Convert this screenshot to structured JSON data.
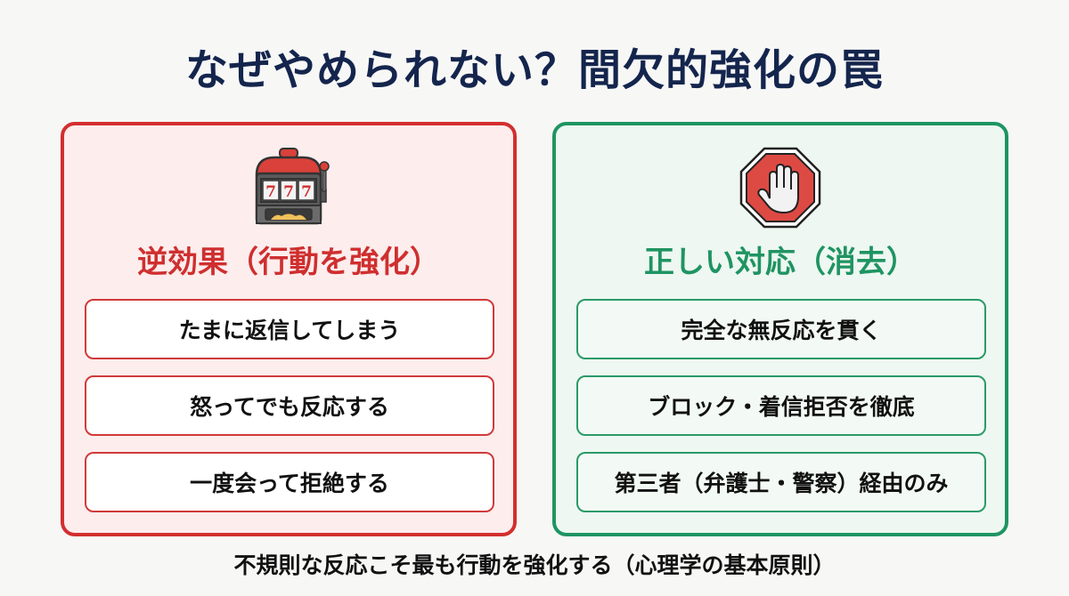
{
  "title": "なぜやめられない？間欠的強化の罠",
  "colors": {
    "title": "#14254d",
    "left_accent": "#d32f2f",
    "left_bg": "#fdeded",
    "right_accent": "#1f9462",
    "right_bg": "#eef7f1"
  },
  "left_panel": {
    "icon": "slot-machine-icon",
    "heading": "逆効果（行動を強化）",
    "items": [
      {
        "label": "たまに返信してしまう"
      },
      {
        "label": "怒ってでも反応する"
      },
      {
        "label": "一度会って拒絶する"
      }
    ]
  },
  "right_panel": {
    "icon": "stop-hand-icon",
    "heading": "正しい対応（消去）",
    "items": [
      {
        "label": "完全な無反応を貫く"
      },
      {
        "label": "ブロック・着信拒否を徹底"
      },
      {
        "label": "第三者（弁護士・警察）経由のみ"
      }
    ]
  },
  "slot_digits": "777",
  "footer": "不規則な反応こそ最も行動を強化する（心理学の基本原則）"
}
